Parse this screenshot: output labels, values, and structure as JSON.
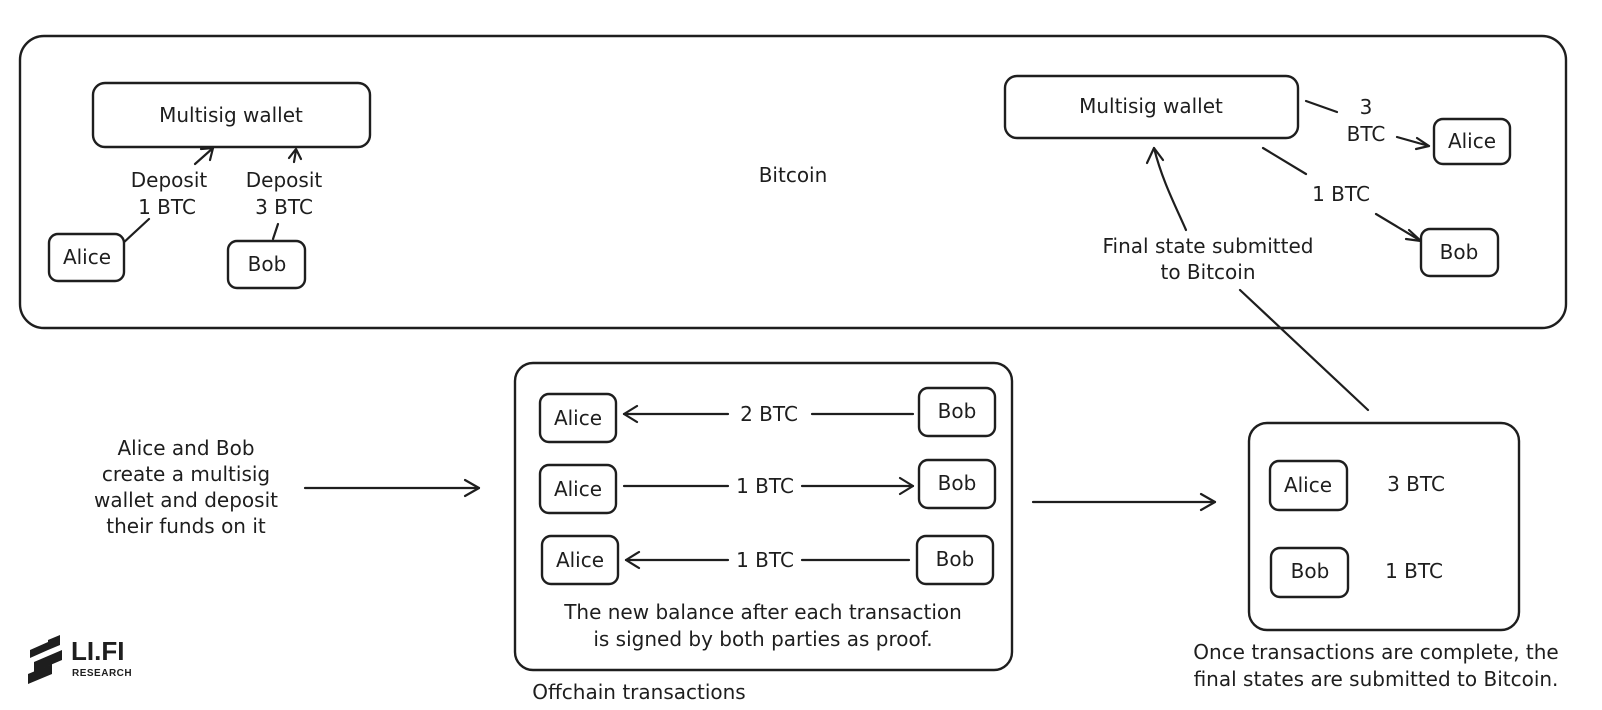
{
  "bitcoin_frame": {
    "label": "Bitcoin",
    "left_wallet": "Multisig wallet",
    "deposit_alice": [
      "Deposit",
      "1 BTC"
    ],
    "deposit_bob": [
      "Deposit",
      "3 BTC"
    ],
    "alice": "Alice",
    "bob": "Bob",
    "right_wallet": "Multisig wallet",
    "payout_alice": [
      "3",
      "BTC"
    ],
    "payout_bob": "1 BTC",
    "right_alice": "Alice",
    "right_bob": "Bob",
    "final_state": [
      "Final state submitted",
      "to Bitcoin"
    ]
  },
  "intro_note": [
    "Alice and Bob",
    "create a multisig",
    "wallet and deposit",
    "their funds on it"
  ],
  "offchain": {
    "caption": "Offchain transactions",
    "rows": [
      {
        "left": "Alice",
        "right": "Bob",
        "amount": "2 BTC"
      },
      {
        "left": "Alice",
        "right": "Bob",
        "amount": "1 BTC"
      },
      {
        "left": "Alice",
        "right": "Bob",
        "amount": "1 BTC"
      }
    ],
    "note": [
      "The new balance after each transaction",
      "is signed by both parties as proof."
    ]
  },
  "final_balances": {
    "rows": [
      {
        "name": "Alice",
        "amount": "3 BTC"
      },
      {
        "name": "Bob",
        "amount": "1 BTC"
      }
    ],
    "note": [
      "Once transactions are complete, the",
      "final states are submitted to Bitcoin."
    ]
  },
  "logo": {
    "name": "LI.FI",
    "sub": "RESEARCH"
  }
}
